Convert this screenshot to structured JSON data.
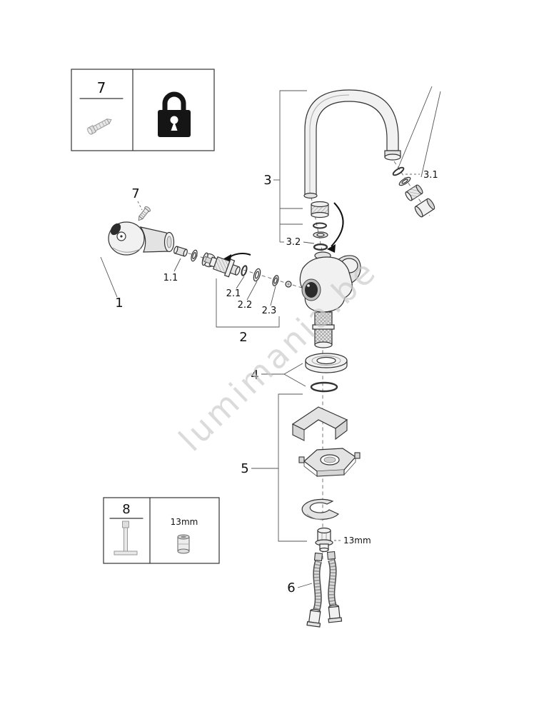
{
  "watermark": "lumimania.be",
  "legend_lock": {
    "number": "7"
  },
  "legend_tool": {
    "number": "8",
    "size": "13mm"
  },
  "callouts": {
    "handle": "1",
    "handle_cap": "1.1",
    "cartridge": "2",
    "cartridge_seal_1": "2.1",
    "cartridge_seal_2": "2.2",
    "cartridge_seal_3": "2.3",
    "spout": "3",
    "aerator": "3.1",
    "spout_seals": "3.2",
    "escutcheon": "4",
    "mounting_set": "5",
    "connection_hoses": "6",
    "handle_screw": "7",
    "nut_size": "13mm"
  }
}
